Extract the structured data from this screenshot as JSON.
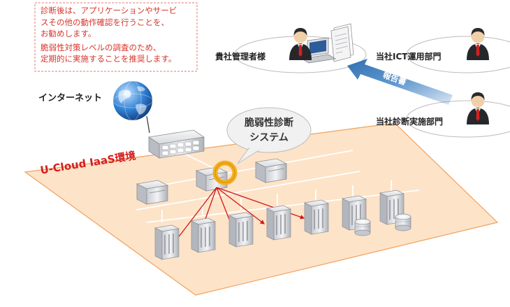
{
  "note": {
    "lines": [
      "診断後は、アプリケーションやサービ",
      "スその他の動作確認を行うことを、",
      "お勧めします。",
      "脆弱性対策レベルの調査のため、",
      "定期的に実施することを推奨します。"
    ]
  },
  "labels": {
    "internet": "インターネット",
    "customer_admin": "貴社管理者様",
    "ict_dept": "当社ICT運用部門",
    "diag_dept": "当社診断実施部門",
    "report": "報告書",
    "environment": "U-Cloud IaaS環境",
    "system_line1": "脆弱性診断",
    "system_line2": "システム"
  },
  "colors": {
    "note_text": "#d9342b",
    "platform_fill": "#fde3c8",
    "platform_border": "#f2a15e",
    "attack_arrow": "#d01818",
    "report_arrow": "#3a7fc3",
    "target_ring": "#f2b01e",
    "tie": "#d61f1f"
  },
  "icons": [
    "globe-icon",
    "firewall-icon",
    "server-icon",
    "storage-icon",
    "person-icon",
    "laptop-icon",
    "document-icon"
  ]
}
